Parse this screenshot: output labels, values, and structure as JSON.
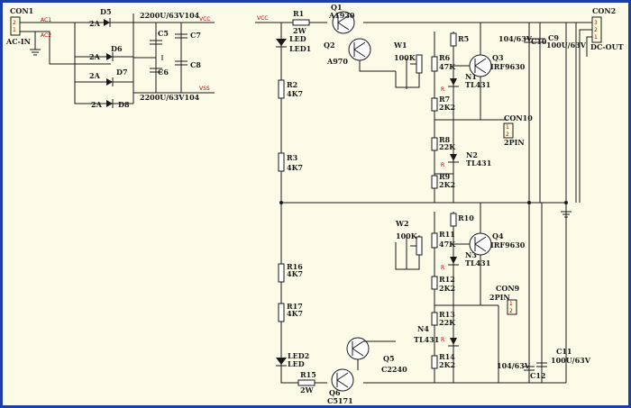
{
  "connectors": {
    "con1": {
      "ref": "CON1",
      "label": "AC-IN",
      "pins": [
        "2",
        "1"
      ]
    },
    "con2": {
      "ref": "CON2",
      "label": "DC-OUT",
      "pins": [
        "3",
        "2",
        "1"
      ]
    },
    "con9": {
      "ref": "CON9",
      "label": "2PIN",
      "pins": [
        "1",
        "2"
      ]
    },
    "con10": {
      "ref": "CON10",
      "label": "2PIN",
      "pins": [
        "1",
        "2"
      ]
    }
  },
  "nets": {
    "ac1": "AC1",
    "ac2": "AC2",
    "vcc_left": "VCC",
    "vss_left": "VSS",
    "vcc_main": "VCC"
  },
  "diodes": {
    "d5": {
      "ref": "D5",
      "rating": "2A"
    },
    "d6": {
      "ref": "D6",
      "rating": "2A"
    },
    "d7": {
      "ref": "D7",
      "rating": "2A"
    },
    "d8": {
      "ref": "D8",
      "rating": "2A"
    }
  },
  "filter_caps": {
    "top_rating": "2200U/63V104",
    "bottom_rating": "2200U/63V104",
    "c5": "C5",
    "c6": "C6",
    "c7": "C7",
    "c8": "C8"
  },
  "transistors": {
    "q1": {
      "ref": "Q1",
      "part": "A1930"
    },
    "q2": {
      "ref": "Q2",
      "part": "A970"
    },
    "q3": {
      "ref": "Q3",
      "part": "IRF9630"
    },
    "q4": {
      "ref": "Q4",
      "part": "IRF9630"
    },
    "q5": {
      "ref": "Q5",
      "part": "C2240"
    },
    "q6": {
      "ref": "Q6",
      "part": "C5171"
    }
  },
  "resistors": {
    "r1": {
      "ref": "R1",
      "value": "2W"
    },
    "r2": {
      "ref": "R2",
      "value": "4K7"
    },
    "r3": {
      "ref": "R3",
      "value": "4K7"
    },
    "r16": {
      "ref": "R16",
      "value": "4K7"
    },
    "r17": {
      "ref": "R17",
      "value": "4K7"
    },
    "r15": {
      "ref": "R15",
      "value": "2W"
    },
    "r5": {
      "ref": "R5"
    },
    "r6": {
      "ref": "R6",
      "value": "47K"
    },
    "r7": {
      "ref": "R7",
      "value": "2K2"
    },
    "r8": {
      "ref": "R8",
      "value": "22K"
    },
    "r9": {
      "ref": "R9",
      "value": "2K2"
    },
    "r10": {
      "ref": "R10"
    },
    "r11": {
      "ref": "R11",
      "value": "47K"
    },
    "r12": {
      "ref": "R12",
      "value": "2K2"
    },
    "r13": {
      "ref": "R13",
      "value": "22K"
    },
    "r14": {
      "ref": "R14",
      "value": "2K2"
    }
  },
  "pots": {
    "w1": {
      "ref": "W1",
      "value": "100K"
    },
    "w2": {
      "ref": "W2",
      "value": "100K"
    }
  },
  "leds": {
    "led1": {
      "ref": "LED",
      "sub": "LED1"
    },
    "led2": {
      "ref": "LED2",
      "sub": "LED"
    }
  },
  "regulators": {
    "n1": {
      "ref": "N1",
      "part": "TL431"
    },
    "n2": {
      "ref": "N2",
      "part": "TL431"
    },
    "n3": {
      "ref": "N3",
      "part": "TL431"
    },
    "n4": {
      "ref": "N4",
      "part": "TL431"
    },
    "pin_r": "R"
  },
  "output_caps": {
    "c9": {
      "ref": "C9",
      "value": "100U/63V"
    },
    "c10": {
      "ref": "C10",
      "value": "104/63V"
    },
    "c11": {
      "ref": "C11",
      "value": "100U/63V"
    },
    "c12": {
      "ref": "C12",
      "value": "104/63V"
    }
  }
}
